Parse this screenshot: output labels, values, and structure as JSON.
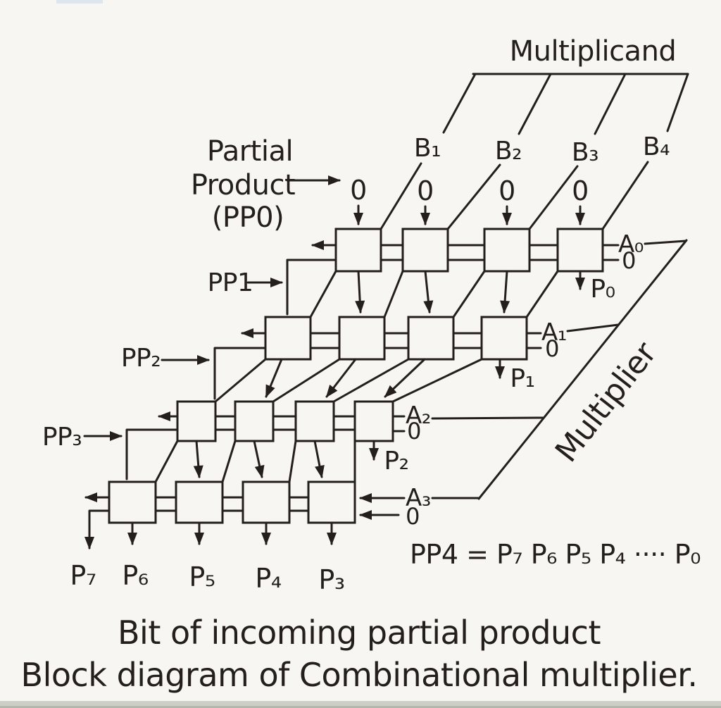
{
  "diagram": {
    "multiplicand_label": "Multiplicand",
    "multiplier_label": "Multiplier",
    "partial_product": {
      "line1": "Partial",
      "line2": "Product",
      "line3": "(PP0)"
    },
    "multiplicand_bits": [
      "B₁",
      "B₂",
      "B₃",
      "B₄"
    ],
    "pp0_zeros": [
      "0",
      "0",
      "0",
      "0"
    ],
    "row_inputs": [
      {
        "a": "A₀",
        "zero": "0",
        "p": "P₀"
      },
      {
        "a": "A₁",
        "zero": "0",
        "p": "P₁"
      },
      {
        "a": "A₂",
        "zero": "0",
        "p": "P₂"
      },
      {
        "a": "A₃",
        "zero": "0"
      }
    ],
    "pp_row_labels": [
      "PP1",
      "PP₂",
      "PP₃"
    ],
    "product_outputs": [
      "P₇",
      "P₆",
      "P₅",
      "P₄",
      "P₃"
    ],
    "equation": "PP4 = P₇ P₆ P₅ P₄ ···· P₀",
    "caption_line1": "Bit of incoming partial product",
    "caption_line2": "Block diagram of Combinational multiplier.",
    "ink_color": "#241f1b",
    "paper_color": "#f7f6f3"
  }
}
